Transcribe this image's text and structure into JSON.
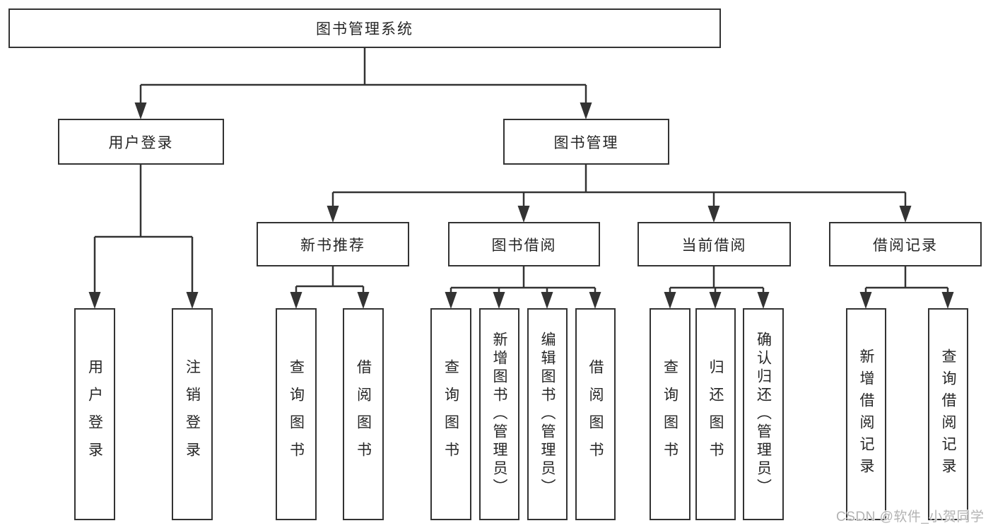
{
  "tree": {
    "label": "图书管理系统",
    "children": [
      {
        "label": "用户登录",
        "children": [
          {
            "label": "用户登录"
          },
          {
            "label": "注销登录"
          }
        ]
      },
      {
        "label": "图书管理",
        "children": [
          {
            "label": "新书推荐",
            "children": [
              {
                "label": "查询图书"
              },
              {
                "label": "借阅图书"
              }
            ]
          },
          {
            "label": "图书借阅",
            "children": [
              {
                "label": "查询图书"
              },
              {
                "label": "新增图书（管理员）"
              },
              {
                "label": "编辑图书（管理员）"
              },
              {
                "label": "借阅图书"
              }
            ]
          },
          {
            "label": "当前借阅",
            "children": [
              {
                "label": "查询图书"
              },
              {
                "label": "归还图书"
              },
              {
                "label": "确认归还（管理员）"
              }
            ]
          },
          {
            "label": "借阅记录",
            "children": [
              {
                "label": "新增借阅记录"
              },
              {
                "label": "查询借阅记录"
              }
            ]
          }
        ]
      }
    ]
  },
  "watermark": "CSDN @软件_小贺同学",
  "colors": {
    "line": "#333333",
    "text": "#262626",
    "watermark": "#b3b3b3"
  }
}
